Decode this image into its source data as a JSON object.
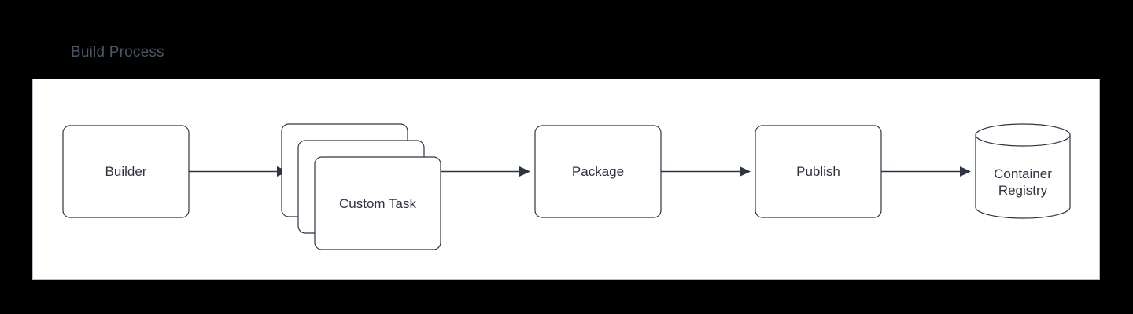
{
  "diagram": {
    "title": "Build Process",
    "title_color": "#4b5563",
    "panel_bg": "#ffffff",
    "panel_border": "#b6bcc6",
    "canvas_bg": "#000000",
    "node_stroke": "#2e3440",
    "node_fill": "#ffffff",
    "edge_color": "#2e3440",
    "type": "flowchart",
    "direction": "left-to-right",
    "nodes": [
      {
        "id": "builder",
        "label": "Builder",
        "shape": "rounded-rect"
      },
      {
        "id": "custom",
        "label": "Custom Task",
        "shape": "stacked-rounded-rect",
        "stack_count": 3
      },
      {
        "id": "package",
        "label": "Package",
        "shape": "rounded-rect"
      },
      {
        "id": "publish",
        "label": "Publish",
        "shape": "rounded-rect"
      },
      {
        "id": "registry",
        "label": "Container\nRegistry",
        "shape": "cylinder"
      }
    ],
    "edges": [
      {
        "from": "builder",
        "to": "custom",
        "arrow": "single"
      },
      {
        "from": "custom",
        "to": "package",
        "arrow": "single"
      },
      {
        "from": "package",
        "to": "publish",
        "arrow": "single"
      },
      {
        "from": "publish",
        "to": "registry",
        "arrow": "single"
      }
    ]
  }
}
